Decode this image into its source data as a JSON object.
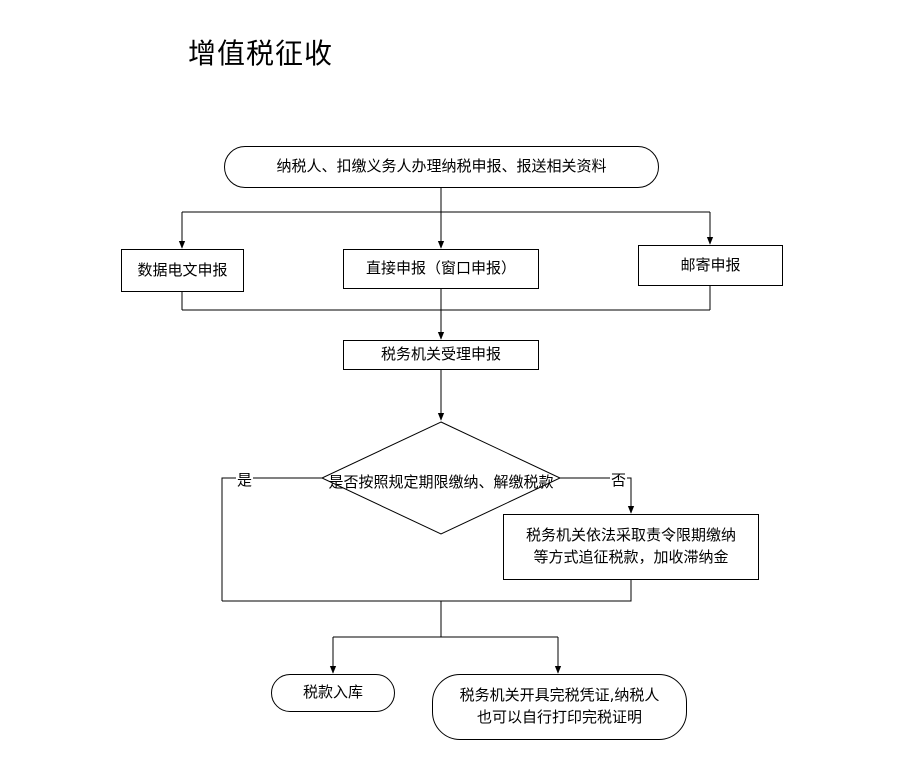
{
  "title": "增值税征收",
  "nodes": {
    "start": "纳税人、扣缴义务人办理纳税申报、报送相关资料",
    "data_declare": "数据电文申报",
    "direct_declare": "直接申报（窗口申报）",
    "mail_declare": "邮寄申报",
    "accept": "税务机关受理申报",
    "decision": "是否按照规定期限缴纳、解缴税款",
    "enforce_line1": "税务机关依法采取责令限期缴纳",
    "enforce_line2": "等方式追征税款，加收滞纳金",
    "treasury": "税款入库",
    "receipt_line1": "税务机关开具完税凭证,纳税人",
    "receipt_line2": "也可以自行打印完税证明"
  },
  "labels": {
    "yes": "是",
    "no": "否"
  }
}
